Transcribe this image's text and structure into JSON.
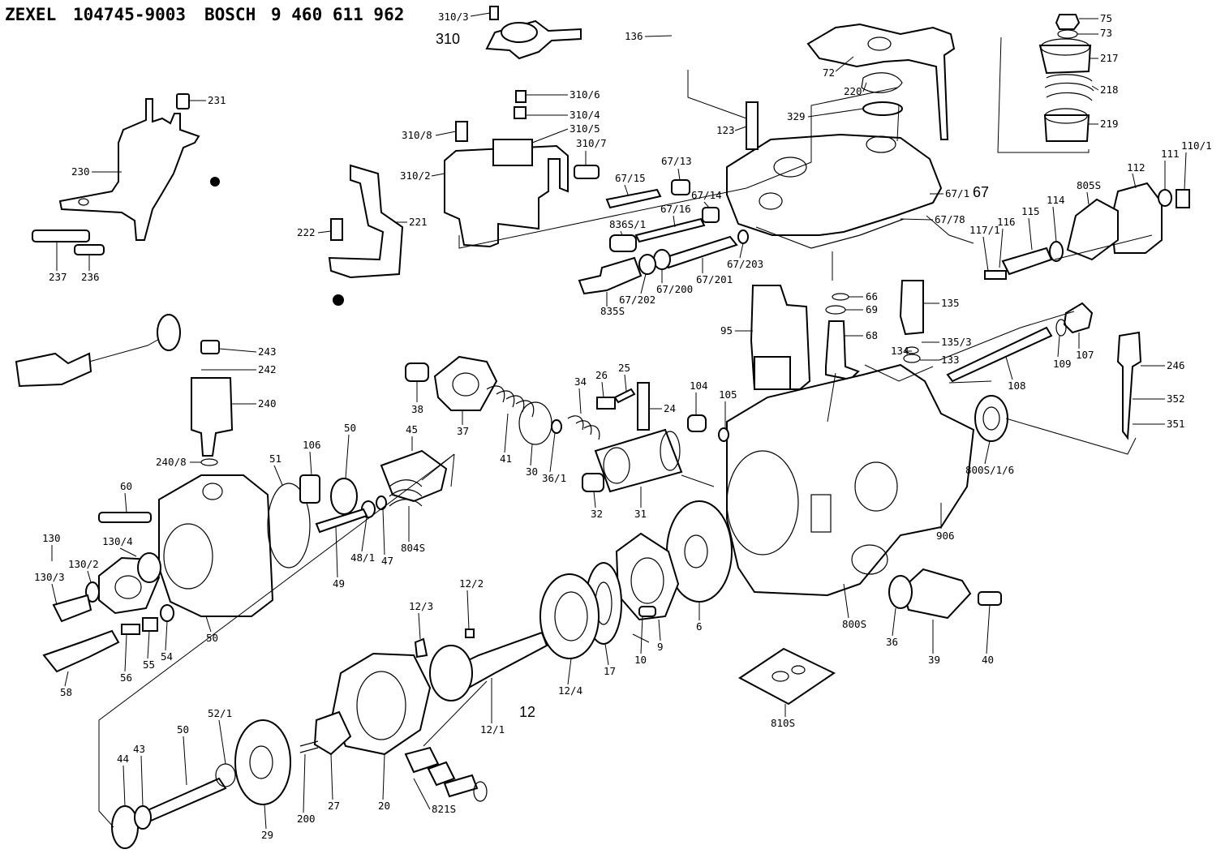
{
  "header": {
    "brand1": "ZEXEL",
    "part1": "104745-9003",
    "brand2": "BOSCH",
    "part2": "9 460 611 962"
  },
  "groups": {
    "g310": "310",
    "g67": "67",
    "g12": "12"
  },
  "labels": [
    {
      "id": "310-3",
      "text": "310/3"
    },
    {
      "id": "136",
      "text": "136"
    },
    {
      "id": "75",
      "text": "75"
    },
    {
      "id": "73",
      "text": "73"
    },
    {
      "id": "217",
      "text": "217"
    },
    {
      "id": "72",
      "text": "72"
    },
    {
      "id": "218",
      "text": "218"
    },
    {
      "id": "220",
      "text": "220"
    },
    {
      "id": "219",
      "text": "219"
    },
    {
      "id": "329",
      "text": "329"
    },
    {
      "id": "231",
      "text": "231"
    },
    {
      "id": "310-6",
      "text": "310/6"
    },
    {
      "id": "310-4",
      "text": "310/4"
    },
    {
      "id": "310-8",
      "text": "310/8"
    },
    {
      "id": "310-5",
      "text": "310/5"
    },
    {
      "id": "123",
      "text": "123"
    },
    {
      "id": "310-7",
      "text": "310/7"
    },
    {
      "id": "230",
      "text": "230"
    },
    {
      "id": "310-2",
      "text": "310/2"
    },
    {
      "id": "67-13",
      "text": "67/13"
    },
    {
      "id": "67-15",
      "text": "67/15"
    },
    {
      "id": "112",
      "text": "112"
    },
    {
      "id": "111",
      "text": "111"
    },
    {
      "id": "110-1",
      "text": "110/1"
    },
    {
      "id": "805s",
      "text": "805S"
    },
    {
      "id": "67-1",
      "text": "67/1"
    },
    {
      "id": "67-14",
      "text": "67/14"
    },
    {
      "id": "67-16",
      "text": "67/16"
    },
    {
      "id": "836s-1",
      "text": "836S/1"
    },
    {
      "id": "221",
      "text": "221"
    },
    {
      "id": "222",
      "text": "222"
    },
    {
      "id": "67-78",
      "text": "67/78"
    },
    {
      "id": "114",
      "text": "114"
    },
    {
      "id": "115",
      "text": "115"
    },
    {
      "id": "116",
      "text": "116"
    },
    {
      "id": "117-1",
      "text": "117/1"
    },
    {
      "id": "67-203",
      "text": "67/203"
    },
    {
      "id": "67-201",
      "text": "67/201"
    },
    {
      "id": "67-200",
      "text": "67/200"
    },
    {
      "id": "237",
      "text": "237"
    },
    {
      "id": "236",
      "text": "236"
    },
    {
      "id": "67-202",
      "text": "67/202"
    },
    {
      "id": "835s",
      "text": "835S"
    },
    {
      "id": "66",
      "text": "66"
    },
    {
      "id": "135",
      "text": "135"
    },
    {
      "id": "69",
      "text": "69"
    },
    {
      "id": "95",
      "text": "95"
    },
    {
      "id": "68",
      "text": "68"
    },
    {
      "id": "135-3",
      "text": "135/3"
    },
    {
      "id": "107",
      "text": "107"
    },
    {
      "id": "134",
      "text": "134"
    },
    {
      "id": "133",
      "text": "133"
    },
    {
      "id": "109",
      "text": "109"
    },
    {
      "id": "243",
      "text": "243"
    },
    {
      "id": "246",
      "text": "246"
    },
    {
      "id": "242",
      "text": "242"
    },
    {
      "id": "26",
      "text": "26"
    },
    {
      "id": "25",
      "text": "25"
    },
    {
      "id": "34",
      "text": "34"
    },
    {
      "id": "108",
      "text": "108"
    },
    {
      "id": "104",
      "text": "104"
    },
    {
      "id": "105",
      "text": "105"
    },
    {
      "id": "240",
      "text": "240"
    },
    {
      "id": "352",
      "text": "352"
    },
    {
      "id": "38",
      "text": "38"
    },
    {
      "id": "24",
      "text": "24"
    },
    {
      "id": "37",
      "text": "37"
    },
    {
      "id": "45",
      "text": "45"
    },
    {
      "id": "351",
      "text": "351"
    },
    {
      "id": "50-a",
      "text": "50"
    },
    {
      "id": "106",
      "text": "106"
    },
    {
      "id": "240-8",
      "text": "240/8"
    },
    {
      "id": "41",
      "text": "41"
    },
    {
      "id": "30",
      "text": "30"
    },
    {
      "id": "36-1",
      "text": "36/1"
    },
    {
      "id": "51",
      "text": "51"
    },
    {
      "id": "800s-1-6",
      "text": "800S/1/6"
    },
    {
      "id": "60",
      "text": "60"
    },
    {
      "id": "32",
      "text": "32"
    },
    {
      "id": "31",
      "text": "31"
    },
    {
      "id": "804s",
      "text": "804S"
    },
    {
      "id": "130",
      "text": "130"
    },
    {
      "id": "130-4",
      "text": "130/4"
    },
    {
      "id": "48-1",
      "text": "48/1"
    },
    {
      "id": "47",
      "text": "47"
    },
    {
      "id": "906",
      "text": "906"
    },
    {
      "id": "130-2",
      "text": "130/2"
    },
    {
      "id": "49",
      "text": "49"
    },
    {
      "id": "130-3",
      "text": "130/3"
    },
    {
      "id": "12-2",
      "text": "12/2"
    },
    {
      "id": "800s",
      "text": "800S"
    },
    {
      "id": "6",
      "text": "6"
    },
    {
      "id": "36",
      "text": "36"
    },
    {
      "id": "50-b",
      "text": "50"
    },
    {
      "id": "54",
      "text": "54"
    },
    {
      "id": "12-3",
      "text": "12/3"
    },
    {
      "id": "55",
      "text": "55"
    },
    {
      "id": "10",
      "text": "10"
    },
    {
      "id": "9",
      "text": "9"
    },
    {
      "id": "39",
      "text": "39"
    },
    {
      "id": "40",
      "text": "40"
    },
    {
      "id": "17",
      "text": "17"
    },
    {
      "id": "56",
      "text": "56"
    },
    {
      "id": "12-4",
      "text": "12/4"
    },
    {
      "id": "58",
      "text": "58"
    },
    {
      "id": "810s",
      "text": "810S"
    },
    {
      "id": "12-1",
      "text": "12/1"
    },
    {
      "id": "52-1",
      "text": "52/1"
    },
    {
      "id": "50-c",
      "text": "50"
    },
    {
      "id": "44",
      "text": "44"
    },
    {
      "id": "43",
      "text": "43"
    },
    {
      "id": "200",
      "text": "200"
    },
    {
      "id": "27",
      "text": "27"
    },
    {
      "id": "20",
      "text": "20"
    },
    {
      "id": "821s",
      "text": "821S"
    },
    {
      "id": "29",
      "text": "29"
    }
  ]
}
